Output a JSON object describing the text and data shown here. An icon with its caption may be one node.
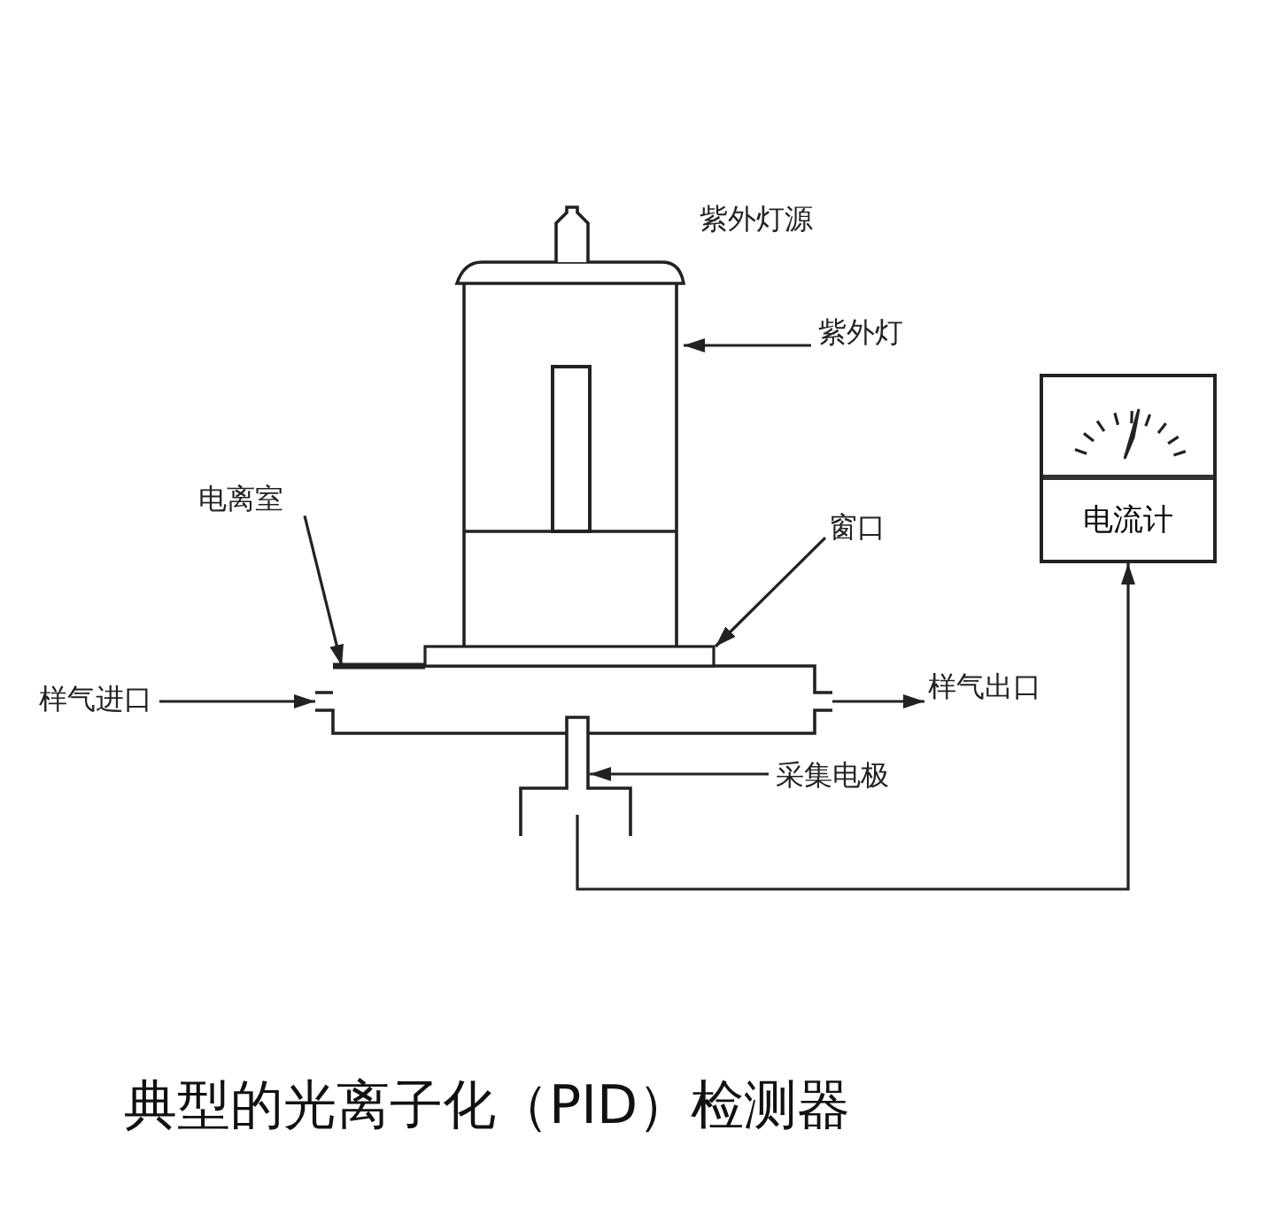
{
  "diagram": {
    "title": "典型的光离子化（PID）检测器",
    "nodes": [
      {
        "text": [
          "紫外灯"
        ]
      },
      {
        "text": [],
        "shape": "box",
        "beside": [
          "紫外灯源"
        ]
      },
      {
        "text": [
          "电离室"
        ]
      },
      {
        "text": [],
        "shape": "box"
      },
      {
        "text": [
          "窗口"
        ]
      },
      {
        "text": [],
        "shape": "bar"
      },
      {
        "text": [
          "样气进口"
        ]
      },
      {
        "text": [
          "样气出口"
        ]
      },
      {
        "text": [],
        "shape": "box"
      },
      {
        "text": [
          "采集电极"
        ]
      },
      {
        "text": [
          "电流计"
        ]
      }
    ],
    "edges": [
      {
        "from": 0,
        "to": 1,
        "arrow": "to"
      },
      {
        "from": 2,
        "to": 3,
        "arrow": "to"
      },
      {
        "from": 4,
        "to": 5,
        "arrow": "to"
      },
      {
        "from": 6,
        "to": 3,
        "arrow": "to"
      },
      {
        "from": 3,
        "to": 7,
        "arrow": "to"
      },
      {
        "from": 9,
        "to": 8,
        "arrow": "to"
      },
      {
        "from": 8,
        "to": 10,
        "arrow": "to"
      }
    ]
  }
}
